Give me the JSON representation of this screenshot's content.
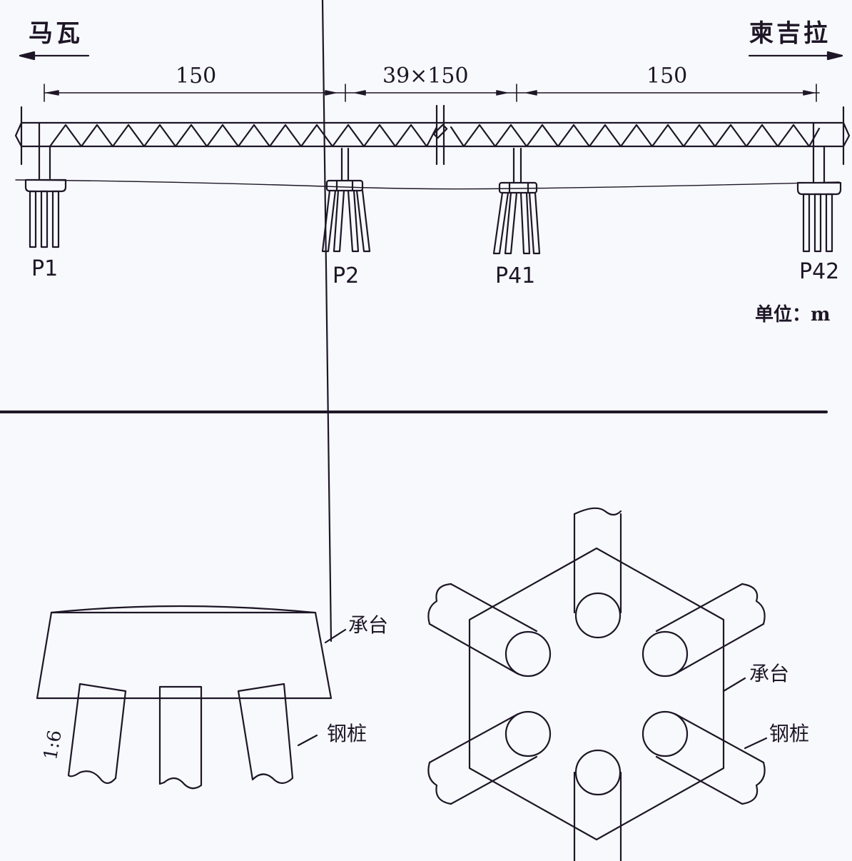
{
  "elevation": {
    "left_city": "马瓦",
    "right_city": "柬吉拉",
    "dimensions": {
      "left_span": "150",
      "middle_spans": "39×150",
      "right_span": "150"
    },
    "piers": [
      "P1",
      "P2",
      "P41",
      "P42"
    ],
    "unit_label": "单位：m"
  },
  "side_view": {
    "cap_label": "承台",
    "pile_label": "钢桩",
    "slope_label": "1:6"
  },
  "plan_view": {
    "cap_label": "承台",
    "pile_label": "钢桩"
  },
  "colors": {
    "line": "#1e1626",
    "background": "#f7f9fd"
  }
}
